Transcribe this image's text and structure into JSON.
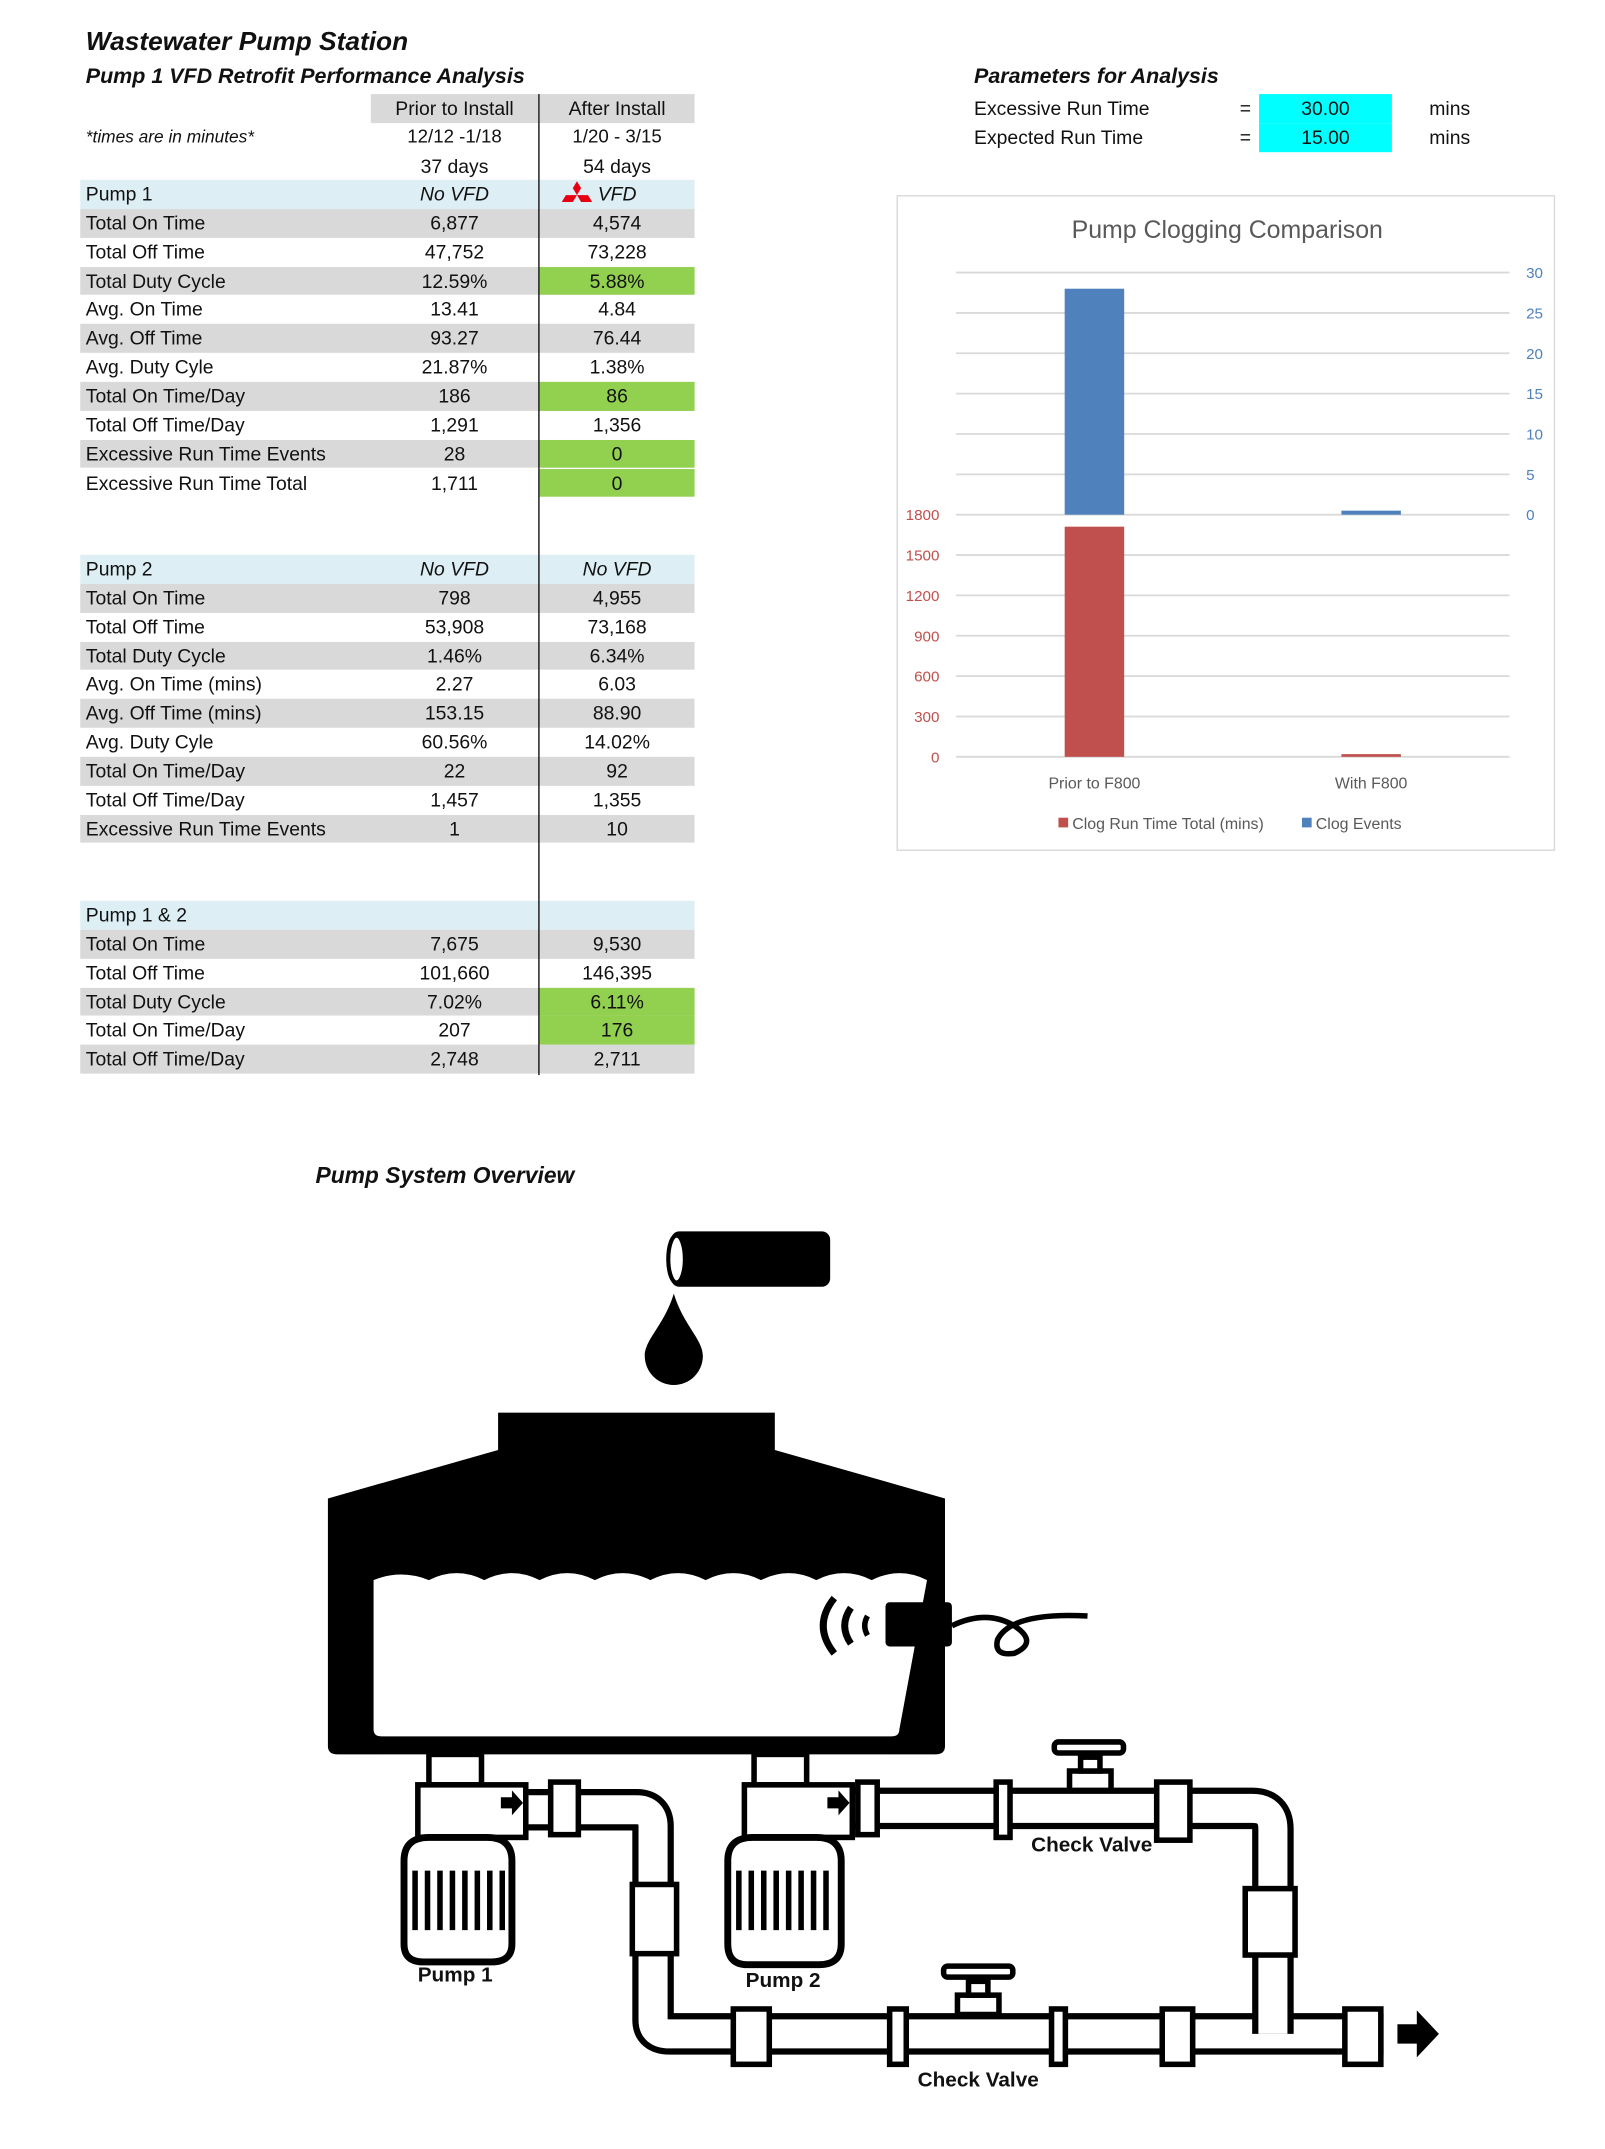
{
  "header": {
    "title": "Wastewater Pump Station",
    "subtitle": "Pump 1 VFD Retrofit Performance Analysis"
  },
  "table": {
    "columns": [
      "Prior to Install",
      "After Install"
    ],
    "note": "*times are in minutes*",
    "dates": [
      "12/12 -1/18",
      "1/20 - 3/15"
    ],
    "days": [
      "37 days",
      "54 days"
    ],
    "sections": [
      {
        "name": "Pump 1",
        "prior_mode": "No VFD",
        "after_mode": "VFD",
        "after_logo": "mitsubishi-logo",
        "rows": [
          {
            "label": "Total On Time",
            "prior": "6,877",
            "after": "4,574",
            "highlight": false
          },
          {
            "label": "Total Off Time",
            "prior": "47,752",
            "after": "73,228",
            "highlight": false
          },
          {
            "label": "Total Duty Cycle",
            "prior": "12.59%",
            "after": "5.88%",
            "highlight": true
          },
          {
            "label": "Avg. On Time",
            "prior": "13.41",
            "after": "4.84",
            "highlight": false
          },
          {
            "label": "Avg. Off Time",
            "prior": "93.27",
            "after": "76.44",
            "highlight": false
          },
          {
            "label": "Avg. Duty Cyle",
            "prior": "21.87%",
            "after": "1.38%",
            "highlight": false
          },
          {
            "label": "Total On Time/Day",
            "prior": "186",
            "after": "86",
            "highlight": true
          },
          {
            "label": "Total Off Time/Day",
            "prior": "1,291",
            "after": "1,356",
            "highlight": false
          },
          {
            "label": "Excessive Run Time Events",
            "prior": "28",
            "after": "0",
            "highlight": true
          },
          {
            "label": "Excessive Run Time Total",
            "prior": "1,711",
            "after": "0",
            "highlight": true
          }
        ]
      },
      {
        "name": "Pump 2",
        "prior_mode": "No VFD",
        "after_mode": "No VFD",
        "rows": [
          {
            "label": "Total On Time",
            "prior": "798",
            "after": "4,955",
            "highlight": false
          },
          {
            "label": "Total Off Time",
            "prior": "53,908",
            "after": "73,168",
            "highlight": false
          },
          {
            "label": "Total Duty Cycle",
            "prior": "1.46%",
            "after": "6.34%",
            "highlight": false
          },
          {
            "label": "Avg. On Time (mins)",
            "prior": "2.27",
            "after": "6.03",
            "highlight": false
          },
          {
            "label": "Avg. Off Time (mins)",
            "prior": "153.15",
            "after": "88.90",
            "highlight": false
          },
          {
            "label": "Avg. Duty Cyle",
            "prior": "60.56%",
            "after": "14.02%",
            "highlight": false
          },
          {
            "label": "Total On Time/Day",
            "prior": "22",
            "after": "92",
            "highlight": false
          },
          {
            "label": "Total Off Time/Day",
            "prior": "1,457",
            "after": "1,355",
            "highlight": false
          },
          {
            "label": "Excessive Run Time Events",
            "prior": "1",
            "after": "10",
            "highlight": false
          }
        ]
      },
      {
        "name": "Pump 1 & 2",
        "prior_mode": "",
        "after_mode": "",
        "rows": [
          {
            "label": "Total On Time",
            "prior": "7,675",
            "after": "9,530",
            "highlight": false
          },
          {
            "label": "Total Off Time",
            "prior": "101,660",
            "after": "146,395",
            "highlight": false
          },
          {
            "label": "Total Duty Cycle",
            "prior": "7.02%",
            "after": "6.11%",
            "highlight": true
          },
          {
            "label": "Total On Time/Day",
            "prior": "207",
            "after": "176",
            "highlight": true
          },
          {
            "label": "Total Off Time/Day",
            "prior": "2,748",
            "after": "2,711",
            "highlight": false
          }
        ]
      }
    ]
  },
  "parameters": {
    "title": "Parameters for Analysis",
    "items": [
      {
        "label": "Excessive Run Time",
        "eq": "=",
        "value": "30.00",
        "unit": "mins"
      },
      {
        "label": "Expected Run Time",
        "eq": "=",
        "value": "15.00",
        "unit": "mins"
      }
    ]
  },
  "colors": {
    "highlight": "#92D050",
    "section_header": "#DDEEF4",
    "row_gray": "#D9D9D9",
    "param_cell": "#00FFFF",
    "clog_run_time": "#C0504D",
    "clog_events": "#4F81BD"
  },
  "chart_data": {
    "type": "bar",
    "title": "Pump Clogging Comparison",
    "categories": [
      "Prior to F800",
      "With F800"
    ],
    "series": [
      {
        "name": "Clog Run Time Total (mins)",
        "axis": "left",
        "values": [
          1711,
          20
        ]
      },
      {
        "name": "Clog Events",
        "axis": "right",
        "values": [
          28,
          0.5
        ]
      }
    ],
    "left_axis": {
      "range": [
        0,
        1800
      ],
      "ticks": [
        0,
        300,
        600,
        900,
        1200,
        1500,
        1800
      ]
    },
    "right_axis": {
      "range": [
        0,
        30
      ],
      "ticks": [
        0,
        5,
        10,
        15,
        20,
        25,
        30
      ]
    },
    "grid": true,
    "legend": "bottom"
  },
  "overview": {
    "title": "Pump System Overview",
    "labels": {
      "pump1": "Pump 1",
      "pump2": "Pump 2",
      "check_valve_top": "Check Valve",
      "check_valve_bottom": "Check Valve"
    }
  }
}
